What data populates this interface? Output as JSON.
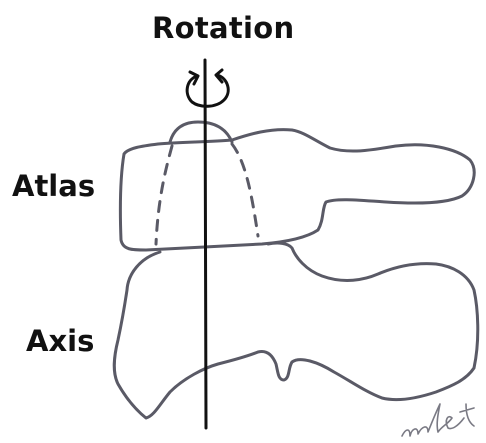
{
  "title": "Rotation",
  "labels": {
    "upper_vertebra": "Atlas",
    "lower_vertebra": "Axis"
  },
  "signature": "Met",
  "icons": {
    "rotation_arrow": "rotation-arrow-icon"
  },
  "colors": {
    "outline": "#5a5a66",
    "axis_line": "#111111",
    "text": "#111111",
    "dashed": "#5a5a66"
  }
}
